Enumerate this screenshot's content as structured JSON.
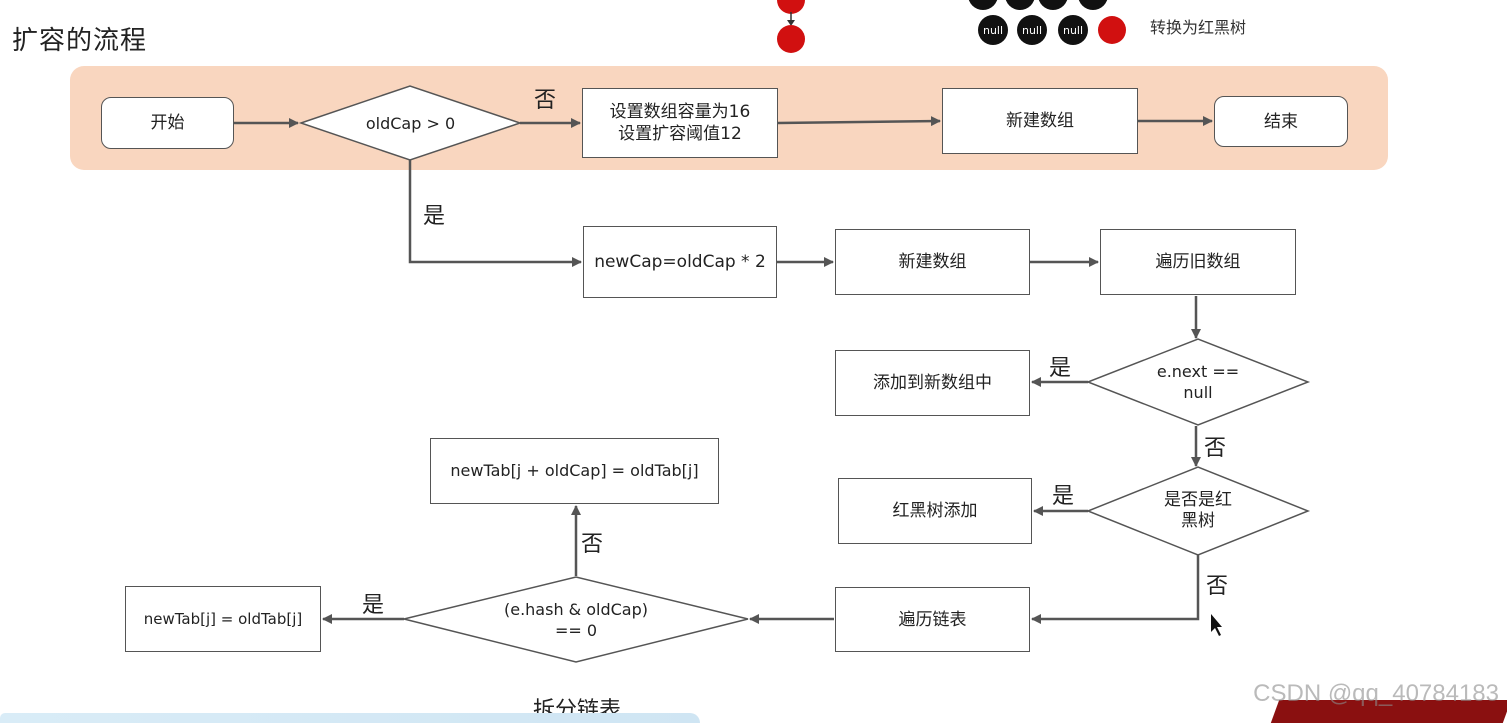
{
  "title": "扩容的流程",
  "top_caption": "转换为红黑树",
  "null_label": "null",
  "nodes": {
    "start": "开始",
    "cond_oldcap": "oldCap > 0",
    "set_default": "设置数组容量为16\n设置扩容阈值12",
    "new_array_top": "新建数组",
    "end": "结束",
    "new_cap": "newCap=oldCap * 2",
    "new_array": "新建数组",
    "traverse_old": "遍历旧数组",
    "cond_next_null": "e.next ==\nnull",
    "add_new_array": "添加到新数组中",
    "cond_red_black": "是否是红\n黑树",
    "rb_add": "红黑树添加",
    "traverse_list": "遍历链表",
    "cond_hash": "(e.hash & oldCap)\n== 0",
    "new_tab_j": "newTab[j] = oldTab[j]",
    "new_tab_j_old": "newTab[j + oldCap] = oldTab[j]"
  },
  "edge_labels": {
    "no": "否",
    "yes": "是"
  },
  "caption_split": "拆分链表",
  "watermark": "CSDN @qq_40784183",
  "colors": {
    "band": "#f9d6bf",
    "red_node": "#d11010",
    "line": "#555555"
  }
}
